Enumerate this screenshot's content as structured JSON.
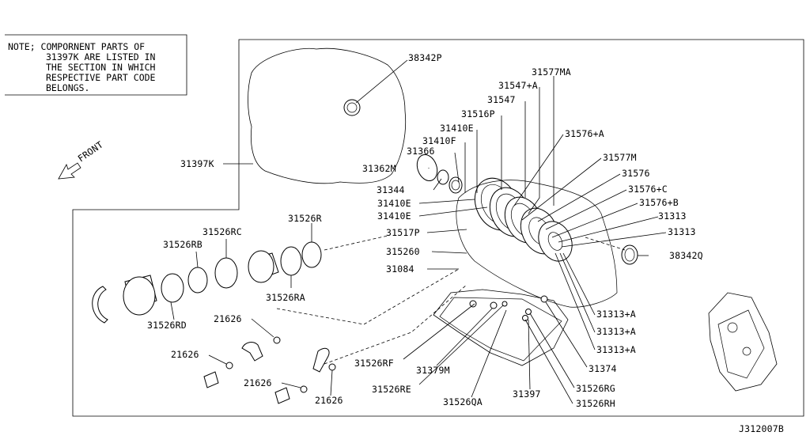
{
  "note": {
    "lines": [
      "NOTE; COMPORNENT PARTS OF",
      "31397K ARE LISTED IN",
      "THE SECTION IN WHICH",
      "RESPECTIVE PART CODE",
      "BELONGS."
    ]
  },
  "front_label": "FRONT",
  "diagram_code": "J312007B",
  "callouts": [
    "38342P",
    "31577MA",
    "31547+A",
    "31547",
    "31516P",
    "31410E",
    "31410F",
    "31366",
    "31362M",
    "31344",
    "31410E",
    "31410E",
    "31576+A",
    "31577M",
    "31576",
    "31576+C",
    "31576+B",
    "31313",
    "31313",
    "38342Q",
    "31397K",
    "31526R",
    "31526RC",
    "31526RB",
    "31517P",
    "315260",
    "31084",
    "31526RA",
    "31526RD",
    "21626",
    "21626",
    "21626",
    "21626",
    "31526RF",
    "31379M",
    "31526RE",
    "31526QA",
    "31397",
    "31374",
    "31313+A",
    "31313+A",
    "31313+A",
    "31526RG",
    "31526RH"
  ]
}
